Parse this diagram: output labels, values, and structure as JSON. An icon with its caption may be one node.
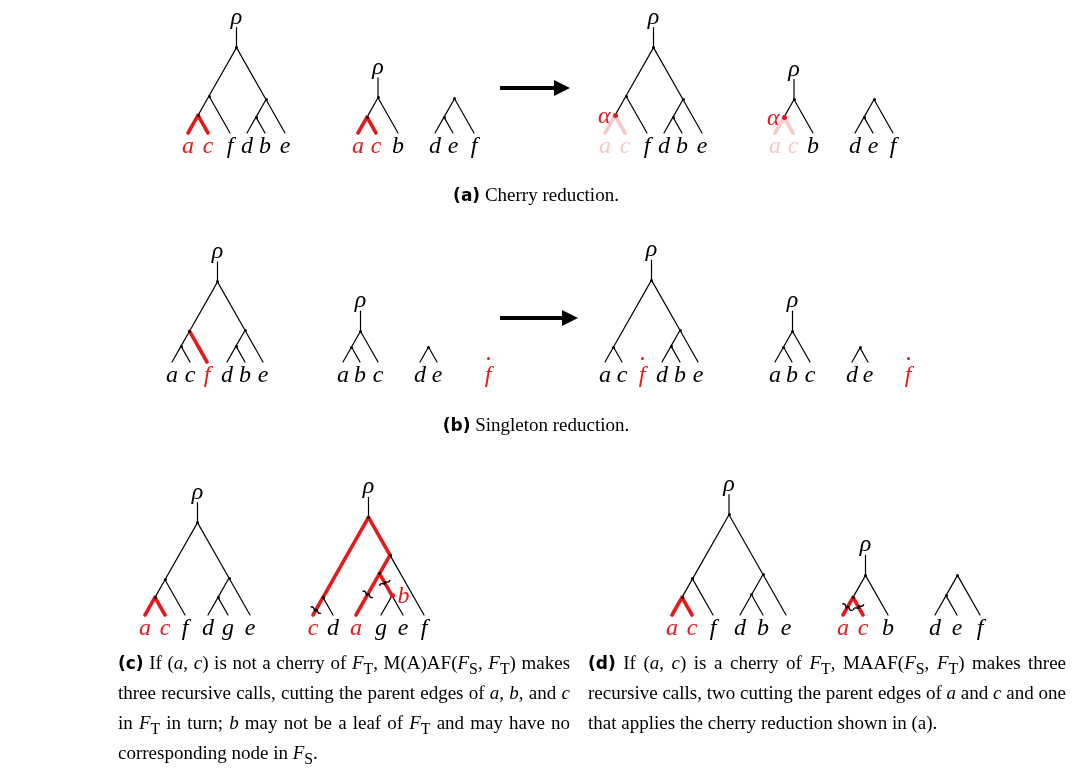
{
  "diagram": {
    "nodes": [
      {
        "text": [
          "ρ"
        ]
      },
      {
        "text": [],
        "shape": "point"
      },
      {
        "text": [],
        "shape": "point"
      },
      {
        "text": [],
        "shape": "point"
      },
      {
        "text": [
          "a"
        ]
      },
      {
        "text": [
          "c"
        ]
      },
      {
        "text": [
          "f"
        ]
      },
      {
        "text": [],
        "shape": "point"
      },
      {
        "text": [],
        "shape": "point"
      },
      {
        "text": [
          "d"
        ]
      },
      {
        "text": [
          "b"
        ]
      },
      {
        "text": [
          "e"
        ]
      },
      {
        "text": [
          "ρ"
        ]
      },
      {
        "text": [],
        "shape": "point"
      },
      {
        "text": [],
        "shape": "point"
      },
      {
        "text": [
          "a"
        ]
      },
      {
        "text": [
          "c"
        ]
      },
      {
        "text": [
          "b"
        ]
      },
      {
        "text": [],
        "shape": "point"
      },
      {
        "text": [],
        "shape": "point"
      },
      {
        "text": [
          "d"
        ]
      },
      {
        "text": [
          "e"
        ]
      },
      {
        "text": [
          "f"
        ]
      },
      {
        "text": [
          "ρ"
        ]
      },
      {
        "text": [],
        "shape": "point"
      },
      {
        "text": [],
        "shape": "point"
      },
      {
        "text": [
          "α"
        ]
      },
      {
        "text": [
          "a"
        ]
      },
      {
        "text": [
          "c"
        ]
      },
      {
        "text": [
          "f"
        ]
      },
      {
        "text": [],
        "shape": "point"
      },
      {
        "text": [],
        "shape": "point"
      },
      {
        "text": [
          "d"
        ]
      },
      {
        "text": [
          "b"
        ]
      },
      {
        "text": [
          "e"
        ]
      },
      {
        "text": [
          "ρ"
        ]
      },
      {
        "text": [],
        "shape": "point"
      },
      {
        "text": [
          "α"
        ]
      },
      {
        "text": [
          "a"
        ]
      },
      {
        "text": [
          "c"
        ]
      },
      {
        "text": [
          "b"
        ]
      },
      {
        "text": [],
        "shape": "point"
      },
      {
        "text": [],
        "shape": "point"
      },
      {
        "text": [
          "d"
        ]
      },
      {
        "text": [
          "e"
        ]
      },
      {
        "text": [
          "f"
        ]
      },
      {
        "text": [
          "ρ"
        ]
      },
      {
        "text": [],
        "shape": "point"
      },
      {
        "text": [],
        "shape": "point"
      },
      {
        "text": [],
        "shape": "point"
      },
      {
        "text": [
          "a"
        ]
      },
      {
        "text": [
          "c"
        ]
      },
      {
        "text": [
          "f"
        ]
      },
      {
        "text": [],
        "shape": "point"
      },
      {
        "text": [],
        "shape": "point"
      },
      {
        "text": [
          "d"
        ]
      },
      {
        "text": [
          "b"
        ]
      },
      {
        "text": [
          "e"
        ]
      },
      {
        "text": [
          "ρ"
        ]
      },
      {
        "text": [],
        "shape": "point"
      },
      {
        "text": [],
        "shape": "point"
      },
      {
        "text": [
          "a"
        ]
      },
      {
        "text": [
          "b"
        ]
      },
      {
        "text": [
          "c"
        ]
      },
      {
        "text": [],
        "shape": "point"
      },
      {
        "text": [
          "d"
        ]
      },
      {
        "text": [
          "e"
        ]
      },
      {
        "text": [
          "f"
        ]
      },
      {
        "text": [
          "ρ"
        ]
      },
      {
        "text": [],
        "shape": "point"
      },
      {
        "text": [],
        "shape": "point"
      },
      {
        "text": [
          "a"
        ]
      },
      {
        "text": [
          "c"
        ]
      },
      {
        "text": [
          "f"
        ]
      },
      {
        "text": [],
        "shape": "point"
      },
      {
        "text": [],
        "shape": "point"
      },
      {
        "text": [
          "d"
        ]
      },
      {
        "text": [
          "b"
        ]
      },
      {
        "text": [
          "e"
        ]
      },
      {
        "text": [
          "ρ"
        ]
      },
      {
        "text": [],
        "shape": "point"
      },
      {
        "text": [],
        "shape": "point"
      },
      {
        "text": [
          "a"
        ]
      },
      {
        "text": [
          "b"
        ]
      },
      {
        "text": [
          "c"
        ]
      },
      {
        "text": [],
        "shape": "point"
      },
      {
        "text": [
          "d"
        ]
      },
      {
        "text": [
          "e"
        ]
      },
      {
        "text": [
          "f"
        ]
      },
      {
        "text": [
          "ρ"
        ]
      },
      {
        "text": [],
        "shape": "point"
      },
      {
        "text": [],
        "shape": "point"
      },
      {
        "text": [],
        "shape": "point"
      },
      {
        "text": [
          "a"
        ]
      },
      {
        "text": [
          "c"
        ]
      },
      {
        "text": [
          "f"
        ]
      },
      {
        "text": [],
        "shape": "point"
      },
      {
        "text": [],
        "shape": "point"
      },
      {
        "text": [
          "d"
        ]
      },
      {
        "text": [
          "g"
        ]
      },
      {
        "text": [
          "e"
        ]
      },
      {
        "text": [
          "ρ"
        ]
      },
      {
        "text": [],
        "shape": "point"
      },
      {
        "text": [],
        "shape": "point"
      },
      {
        "text": [
          "c"
        ]
      },
      {
        "text": [
          "d"
        ]
      },
      {
        "text": [],
        "shape": "point"
      },
      {
        "text": [],
        "shape": "point"
      },
      {
        "text": [
          "a"
        ]
      },
      {
        "text": [
          "b"
        ]
      },
      {
        "text": [
          "g"
        ]
      },
      {
        "text": [
          "e"
        ]
      },
      {
        "text": [
          "f"
        ]
      },
      {
        "text": [
          "ρ"
        ]
      },
      {
        "text": [],
        "shape": "point"
      },
      {
        "text": [],
        "shape": "point"
      },
      {
        "text": [],
        "shape": "point"
      },
      {
        "text": [
          "a"
        ]
      },
      {
        "text": [
          "c"
        ]
      },
      {
        "text": [
          "f"
        ]
      },
      {
        "text": [],
        "shape": "point"
      },
      {
        "text": [],
        "shape": "point"
      },
      {
        "text": [
          "d"
        ]
      },
      {
        "text": [
          "b"
        ]
      },
      {
        "text": [
          "e"
        ]
      },
      {
        "text": [
          "ρ"
        ]
      },
      {
        "text": [],
        "shape": "point"
      },
      {
        "text": [],
        "shape": "point"
      },
      {
        "text": [
          "a"
        ]
      },
      {
        "text": [
          "c"
        ]
      },
      {
        "text": [
          "b"
        ]
      },
      {
        "text": [],
        "shape": "point"
      },
      {
        "text": [],
        "shape": "point"
      },
      {
        "text": [
          "d"
        ]
      },
      {
        "text": [
          "e"
        ]
      },
      {
        "text": [
          "f"
        ]
      }
    ],
    "edges": [
      {
        "from": 0,
        "to": 1,
        "arrow": "none"
      },
      {
        "from": 1,
        "to": 2,
        "arrow": "none"
      },
      {
        "from": 2,
        "to": 3,
        "arrow": "none"
      },
      {
        "from": 3,
        "to": 4,
        "arrow": "none",
        "style": "thick",
        "color": "#e41a1c"
      },
      {
        "from": 3,
        "to": 5,
        "arrow": "none",
        "style": "thick",
        "color": "#e41a1c"
      },
      {
        "from": 2,
        "to": 6,
        "arrow": "none"
      },
      {
        "from": 1,
        "to": 7,
        "arrow": "none"
      },
      {
        "from": 7,
        "to": 8,
        "arrow": "none"
      },
      {
        "from": 8,
        "to": 9,
        "arrow": "none"
      },
      {
        "from": 8,
        "to": 10,
        "arrow": "none"
      },
      {
        "from": 7,
        "to": 11,
        "arrow": "none"
      },
      {
        "from": 12,
        "to": 13,
        "arrow": "none"
      },
      {
        "from": 13,
        "to": 14,
        "arrow": "none"
      },
      {
        "from": 14,
        "to": 15,
        "arrow": "none",
        "style": "thick",
        "color": "#e41a1c"
      },
      {
        "from": 14,
        "to": 16,
        "arrow": "none",
        "style": "thick",
        "color": "#e41a1c"
      },
      {
        "from": 13,
        "to": 17,
        "arrow": "none"
      },
      {
        "from": 18,
        "to": 19,
        "arrow": "none"
      },
      {
        "from": 19,
        "to": 20,
        "arrow": "none"
      },
      {
        "from": 19,
        "to": 21,
        "arrow": "none"
      },
      {
        "from": 18,
        "to": 22,
        "arrow": "none"
      },
      {
        "from": 23,
        "to": 24,
        "arrow": "none"
      },
      {
        "from": 24,
        "to": 25,
        "arrow": "none"
      },
      {
        "from": 25,
        "to": 26,
        "arrow": "none"
      },
      {
        "from": 26,
        "to": 27,
        "arrow": "none",
        "style": "thick",
        "color": "#f8c8c8"
      },
      {
        "from": 26,
        "to": 28,
        "arrow": "none",
        "style": "thick",
        "color": "#f8c8c8"
      },
      {
        "from": 25,
        "to": 29,
        "arrow": "none"
      },
      {
        "from": 24,
        "to": 30,
        "arrow": "none"
      },
      {
        "from": 30,
        "to": 31,
        "arrow": "none"
      },
      {
        "from": 31,
        "to": 32,
        "arrow": "none"
      },
      {
        "from": 31,
        "to": 33,
        "arrow": "none"
      },
      {
        "from": 30,
        "to": 34,
        "arrow": "none"
      },
      {
        "from": 35,
        "to": 36,
        "arrow": "none"
      },
      {
        "from": 36,
        "to": 37,
        "arrow": "none"
      },
      {
        "from": 37,
        "to": 38,
        "arrow": "none",
        "style": "thick",
        "color": "#f8c8c8"
      },
      {
        "from": 37,
        "to": 39,
        "arrow": "none",
        "style": "thick",
        "color": "#f8c8c8"
      },
      {
        "from": 36,
        "to": 40,
        "arrow": "none"
      },
      {
        "from": 41,
        "to": 42,
        "arrow": "none"
      },
      {
        "from": 42,
        "to": 43,
        "arrow": "none"
      },
      {
        "from": 42,
        "to": 44,
        "arrow": "none"
      },
      {
        "from": 41,
        "to": 45,
        "arrow": "none"
      },
      {
        "from": 46,
        "to": 47,
        "arrow": "none"
      },
      {
        "from": 47,
        "to": 48,
        "arrow": "none"
      },
      {
        "from": 48,
        "to": 49,
        "arrow": "none"
      },
      {
        "from": 49,
        "to": 50,
        "arrow": "none"
      },
      {
        "from": 49,
        "to": 51,
        "arrow": "none"
      },
      {
        "from": 48,
        "to": 52,
        "arrow": "none",
        "style": "thick",
        "color": "#e41a1c"
      },
      {
        "from": 47,
        "to": 53,
        "arrow": "none"
      },
      {
        "from": 53,
        "to": 54,
        "arrow": "none"
      },
      {
        "from": 54,
        "to": 55,
        "arrow": "none"
      },
      {
        "from": 54,
        "to": 56,
        "arrow": "none"
      },
      {
        "from": 53,
        "to": 57,
        "arrow": "none"
      },
      {
        "from": 58,
        "to": 59,
        "arrow": "none"
      },
      {
        "from": 59,
        "to": 60,
        "arrow": "none"
      },
      {
        "from": 60,
        "to": 61,
        "arrow": "none"
      },
      {
        "from": 60,
        "to": 62,
        "arrow": "none"
      },
      {
        "from": 59,
        "to": 63,
        "arrow": "none"
      },
      {
        "from": 64,
        "to": 65,
        "arrow": "none"
      },
      {
        "from": 64,
        "to": 66,
        "arrow": "none"
      },
      {
        "from": 68,
        "to": 69,
        "arrow": "none"
      },
      {
        "from": 69,
        "to": 70,
        "arrow": "none"
      },
      {
        "from": 70,
        "to": 71,
        "arrow": "none"
      },
      {
        "from": 70,
        "to": 72,
        "arrow": "none"
      },
      {
        "from": 69,
        "to": 74,
        "arrow": "none"
      },
      {
        "from": 74,
        "to": 75,
        "arrow": "none"
      },
      {
        "from": 75,
        "to": 76,
        "arrow": "none"
      },
      {
        "from": 75,
        "to": 77,
        "arrow": "none"
      },
      {
        "from": 74,
        "to": 78,
        "arrow": "none"
      },
      {
        "from": 79,
        "to": 80,
        "arrow": "none"
      },
      {
        "from": 80,
        "to": 81,
        "arrow": "none"
      },
      {
        "from": 81,
        "to": 82,
        "arrow": "none"
      },
      {
        "from": 81,
        "to": 83,
        "arrow": "none"
      },
      {
        "from": 80,
        "to": 84,
        "arrow": "none"
      },
      {
        "from": 85,
        "to": 86,
        "arrow": "none"
      },
      {
        "from": 85,
        "to": 87,
        "arrow": "none"
      },
      {
        "from": 89,
        "to": 90,
        "arrow": "none"
      },
      {
        "from": 90,
        "to": 91,
        "arrow": "none"
      },
      {
        "from": 91,
        "to": 92,
        "arrow": "none"
      },
      {
        "from": 92,
        "to": 93,
        "arrow": "none",
        "style": "thick",
        "color": "#e41a1c"
      },
      {
        "from": 92,
        "to": 94,
        "arrow": "none",
        "style": "thick",
        "color": "#e41a1c"
      },
      {
        "from": 91,
        "to": 95,
        "arrow": "none"
      },
      {
        "from": 90,
        "to": 96,
        "arrow": "none"
      },
      {
        "from": 96,
        "to": 97,
        "arrow": "none"
      },
      {
        "from": 97,
        "to": 98,
        "arrow": "none"
      },
      {
        "from": 97,
        "to": 99,
        "arrow": "none"
      },
      {
        "from": 96,
        "to": 100,
        "arrow": "none"
      },
      {
        "from": 101,
        "to": 102,
        "arrow": "none"
      },
      {
        "from": 102,
        "to": 103,
        "arrow": "none",
        "style": "thick",
        "color": "#e41a1c"
      },
      {
        "from": 103,
        "to": 104,
        "arrow": "none",
        "style": "thick",
        "color": "#e41a1c"
      },
      {
        "from": 103,
        "to": 105,
        "arrow": "none"
      },
      {
        "from": 102,
        "to": 106,
        "arrow": "none",
        "style": "thick",
        "color": "#e41a1c"
      },
      {
        "from": 106,
        "to": 107,
        "arrow": "none",
        "style": "thick",
        "color": "#e41a1c"
      },
      {
        "from": 107,
        "to": 108,
        "arrow": "none",
        "style": "thick",
        "color": "#e41a1c"
      },
      {
        "from": 107,
        "to": 109,
        "arrow": "none",
        "style": "thick",
        "color": "#e41a1c"
      },
      {
        "from": 109,
        "to": 110,
        "arrow": "none"
      },
      {
        "from": 109,
        "to": 111,
        "arrow": "none"
      },
      {
        "from": 106,
        "to": 112,
        "arrow": "none"
      },
      {
        "from": 113,
        "to": 114,
        "arrow": "none"
      },
      {
        "from": 114,
        "to": 115,
        "arrow": "none"
      },
      {
        "from": 115,
        "to": 116,
        "arrow": "none"
      },
      {
        "from": 116,
        "to": 117,
        "arrow": "none",
        "style": "thick",
        "color": "#e41a1c"
      },
      {
        "from": 116,
        "to": 118,
        "arrow": "none",
        "style": "thick",
        "color": "#e41a1c"
      },
      {
        "from": 115,
        "to": 119,
        "arrow": "none"
      },
      {
        "from": 114,
        "to": 120,
        "arrow": "none"
      },
      {
        "from": 120,
        "to": 121,
        "arrow": "none"
      },
      {
        "from": 121,
        "to": 122,
        "arrow": "none"
      },
      {
        "from": 121,
        "to": 123,
        "arrow": "none"
      },
      {
        "from": 120,
        "to": 124,
        "arrow": "none"
      },
      {
        "from": 125,
        "to": 126,
        "arrow": "none"
      },
      {
        "from": 126,
        "to": 127,
        "arrow": "none"
      },
      {
        "from": 127,
        "to": 128,
        "arrow": "none",
        "style": "thick",
        "color": "#e41a1c"
      },
      {
        "from": 127,
        "to": 129,
        "arrow": "none",
        "style": "thick",
        "color": "#e41a1c"
      },
      {
        "from": 126,
        "to": 130,
        "arrow": "none"
      },
      {
        "from": 131,
        "to": 132,
        "arrow": "none"
      },
      {
        "from": 132,
        "to": 133,
        "arrow": "none"
      },
      {
        "from": 132,
        "to": 134,
        "arrow": "none"
      },
      {
        "from": 131,
        "to": 135,
        "arrow": "none"
      }
    ],
    "labels": [
      "**(a)** Cherry reduction.",
      "**(b)** Singleton reduction.",
      "**(c)** If (*a*, *c*) is not a cherry of *F*$_{T}$, M(A)AF(*F*$_{S}$, *F*$_{T}$) makes three recursive calls, cutting the parent edges of *a*, *b*, and *c* in *F*$_{T}$ in turn; *b* may not be a leaf of *F*$_{T}$ and may have no corresponding node in *F*$_{S}$.",
      "**(d)** If (*a*, *c*) is a cherry of *F*$_{T}$, MAAF(*F*$_{S}$, *F*$_{T}$) makes three recursive calls, two cutting the parent edges of *a* and *c* and one that applies the cherry reduction shown in (a)."
    ]
  }
}
